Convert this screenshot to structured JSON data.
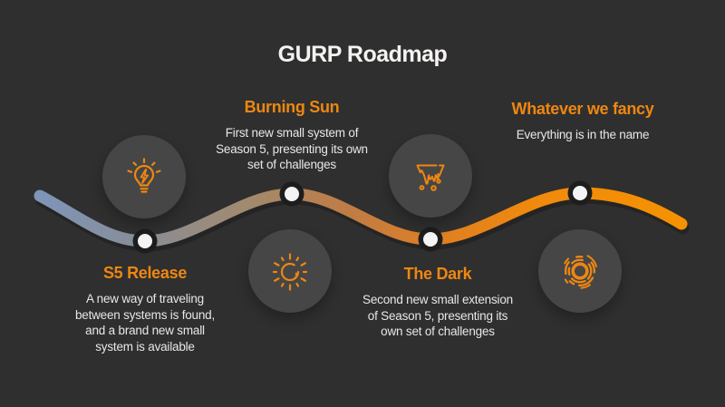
{
  "title": "GURP Roadmap",
  "milestones": [
    {
      "title": "S5 Release",
      "description": "A new way of traveling between systems is found, and a brand new small system is available",
      "icon": "lightbulb-idea-icon"
    },
    {
      "title": "Burning Sun",
      "description": "First new small system of Season 5, presenting its own set of challenges",
      "icon": "sun-icon"
    },
    {
      "title": "The Dark",
      "description": "Second new small extension of Season 5, presenting its own set of challenges",
      "icon": "melting-drip-icon"
    },
    {
      "title": "Whatever we fancy",
      "description": "Everything is in the name",
      "icon": "swirl-portal-icon"
    }
  ],
  "colors": {
    "background": "#2f2f2f",
    "node_circle": "#464646",
    "accent_orange": "#ee8711",
    "title_text": "#f5f3f1",
    "body_text": "#eae7e4",
    "dot_fill": "#f4f4f4",
    "dot_ring": "#1d1d1d",
    "line_stops": [
      "#7e95b8",
      "#878e9b",
      "#a18a6f",
      "#c07c45",
      "#de7f23",
      "#f18a0c",
      "#f59200"
    ]
  }
}
